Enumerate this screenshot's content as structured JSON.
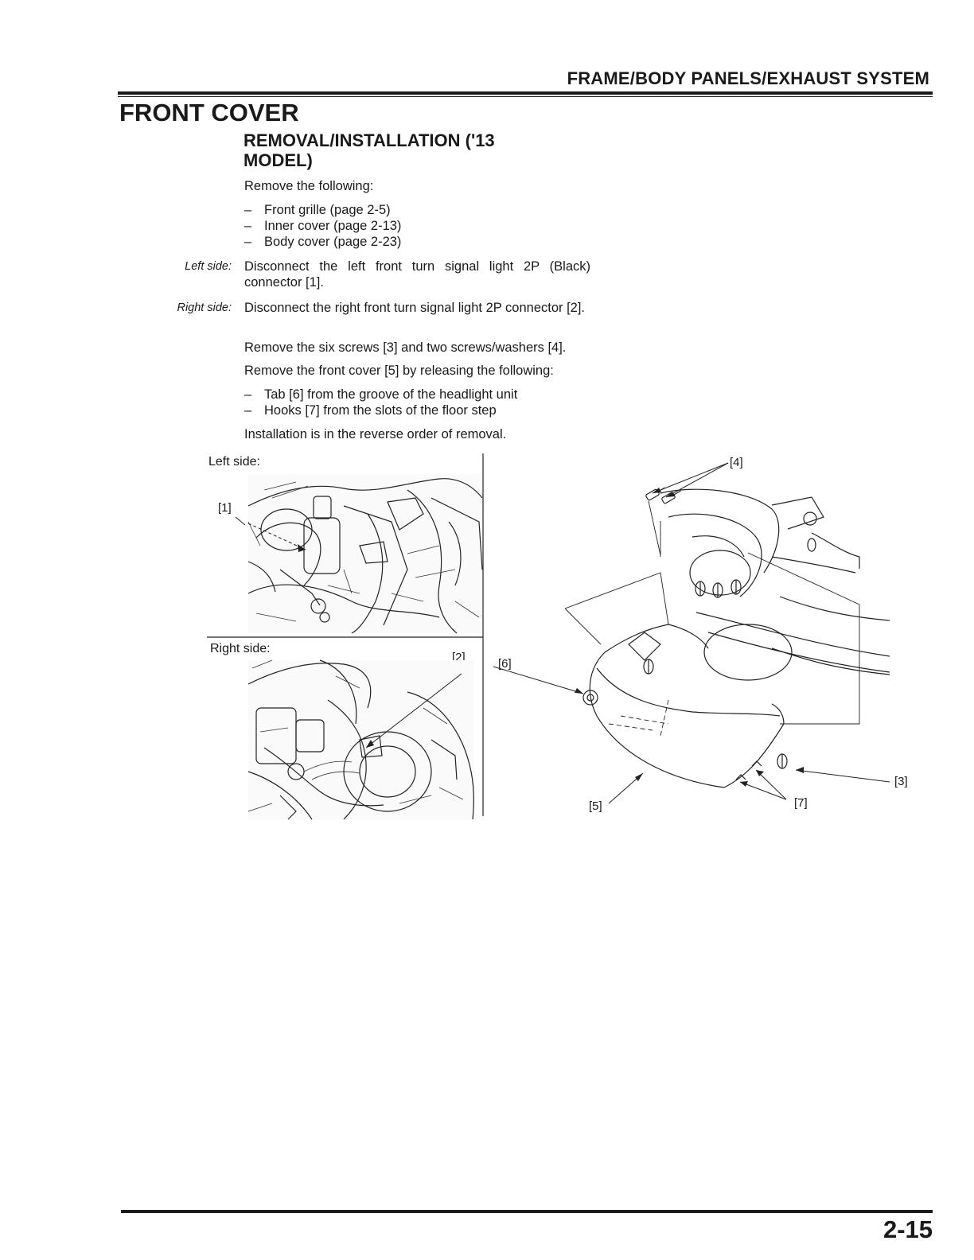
{
  "header": {
    "section": "FRAME/BODY PANELS/EXHAUST SYSTEM"
  },
  "title": "FRONT COVER",
  "subtitle": "REMOVAL/INSTALLATION ('13 MODEL)",
  "intro": "Remove the following:",
  "remove_list": [
    "Front grille (page 2-5)",
    "Inner cover (page 2-13)",
    "Body cover (page 2-23)"
  ],
  "dash": "–",
  "steps": {
    "left_label": "Left side:",
    "left_text": "Disconnect the left front turn signal light 2P (Black) connector [1].",
    "right_label": "Right side:",
    "right_text": "Disconnect the right front turn signal light 2P connector [2].",
    "screws": "Remove the six screws [3] and two screws/washers [4].",
    "release": "Remove the front cover [5] by releasing the following:"
  },
  "release_list": [
    "Tab [6] from the groove of the headlight unit",
    "Hooks [7] from the slots of the floor step"
  ],
  "installation": "Installation is in the reverse order of removal.",
  "figures": {
    "left_caption": "Left side:",
    "right_caption": "Right side:",
    "callouts": {
      "c1": "[1]",
      "c2": "[2]",
      "c3": "[3]",
      "c4": "[4]",
      "c5": "[5]",
      "c6": "[6]",
      "c7": "[7]"
    }
  },
  "footer": {
    "page_number": "2-15"
  }
}
